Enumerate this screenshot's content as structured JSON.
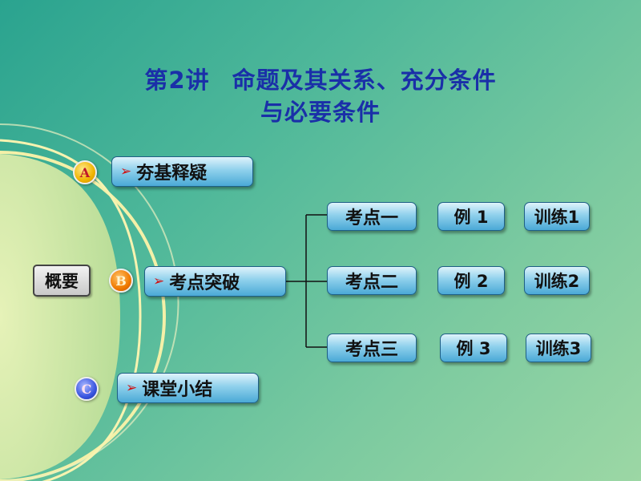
{
  "title": {
    "part1": "第2讲",
    "part2": "命题及其关系、充分条件",
    "line2": "与必要条件"
  },
  "sidebar_label": "概要",
  "sections": [
    {
      "badge": "A",
      "label": "夯基释疑"
    },
    {
      "badge": "B",
      "label": "考点突破"
    },
    {
      "badge": "C",
      "label": "课堂小结"
    }
  ],
  "topics": [
    {
      "name": "考点一",
      "example": "例 1",
      "practice": "训练1"
    },
    {
      "name": "考点二",
      "example": "例 2",
      "practice": "训练2"
    },
    {
      "name": "考点三",
      "example": "例 3",
      "practice": "训练3"
    }
  ],
  "arrow_glyph": "➢",
  "colors": {
    "title": "#1a2fa8",
    "pill_fill": "#8fd0ec",
    "arc": "#f4f0a8",
    "semicircle": "#c6e4a2"
  }
}
